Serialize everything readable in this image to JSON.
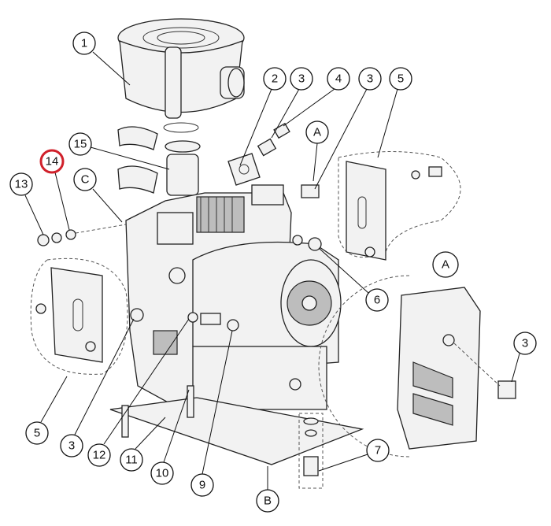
{
  "diagram": {
    "type": "exploded-parts-diagram",
    "highlight_color": "#d0202a",
    "callouts": [
      "1",
      "2",
      "3",
      "4",
      "3",
      "5",
      "A",
      "15",
      "14",
      "C",
      "13",
      "A",
      "6",
      "3",
      "5",
      "3",
      "12",
      "11",
      "10",
      "9",
      "7",
      "B"
    ]
  }
}
